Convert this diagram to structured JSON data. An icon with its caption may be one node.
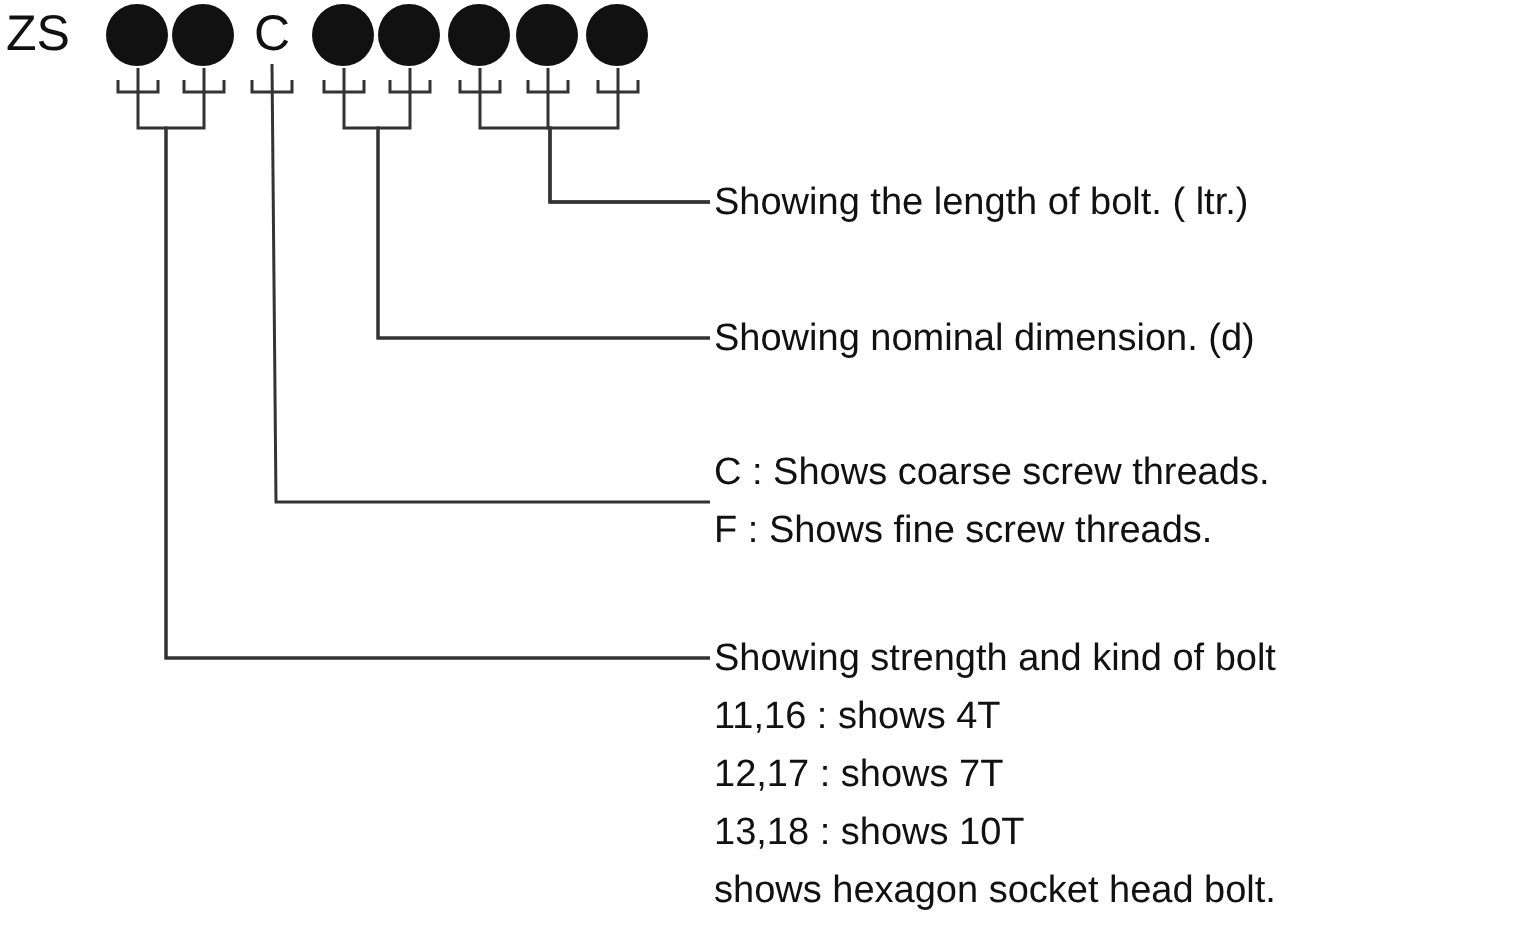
{
  "diagram": {
    "nodes": [
      {
        "text": [],
        "shape": "circle"
      },
      {
        "text": [],
        "shape": "circle"
      },
      {
        "text": [
          "C"
        ]
      },
      {
        "text": [],
        "shape": "circle"
      },
      {
        "text": [],
        "shape": "circle"
      },
      {
        "text": [],
        "shape": "circle"
      },
      {
        "text": [],
        "shape": "circle"
      },
      {
        "text": [],
        "shape": "circle"
      },
      {
        "text": [
          "Showing the length of bolt. ( ltr.)"
        ]
      },
      {
        "text": [
          "Showing nominal dimension. (d)"
        ]
      },
      {
        "text": [
          "C : Shows coarse screw threads.",
          "F : Shows fine screw threads."
        ]
      },
      {
        "text": [
          "Showing strength and kind of bolt",
          "11,16 : shows 4T",
          "12,17 : shows 7T",
          "13,18 : shows 10T",
          "shows hexagon socket head bolt."
        ]
      }
    ],
    "edges": [
      {
        "from": 8,
        "to": 5,
        "arrow": "none"
      },
      {
        "from": 8,
        "to": 6,
        "arrow": "none"
      },
      {
        "from": 8,
        "to": 7,
        "arrow": "none"
      },
      {
        "from": 9,
        "to": 3,
        "arrow": "none"
      },
      {
        "from": 9,
        "to": 4,
        "arrow": "none"
      },
      {
        "from": 10,
        "to": 2,
        "arrow": "none"
      },
      {
        "from": 11,
        "to": 0,
        "arrow": "none"
      },
      {
        "from": 11,
        "to": 1,
        "arrow": "none"
      }
    ],
    "labels": [
      "ZS"
    ]
  }
}
